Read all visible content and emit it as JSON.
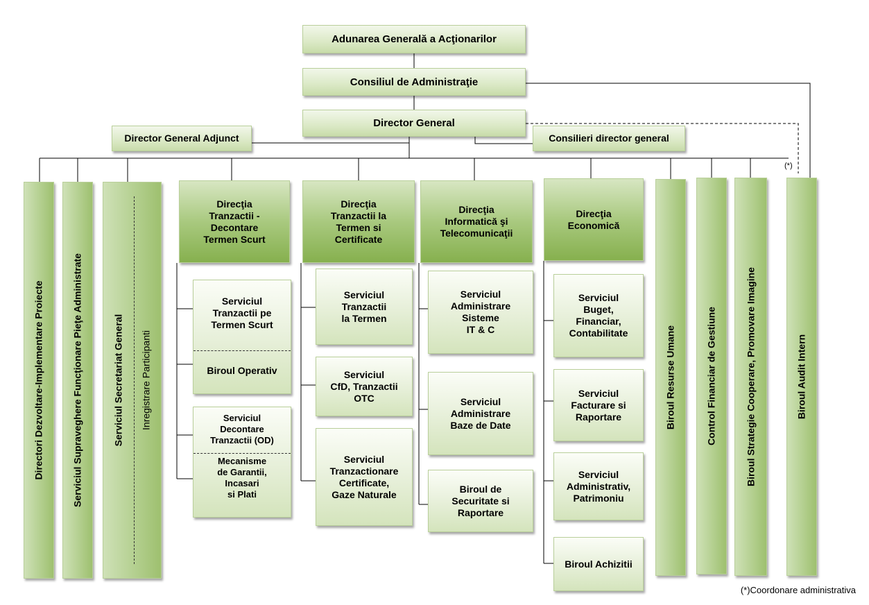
{
  "top": {
    "aga": "Adunarea Generală a Acţionarilor",
    "ca": "Consiliul de Administraţie",
    "dg": "Director General",
    "dga": "Director General Adjunct",
    "cdg": "Consilieri director general"
  },
  "vertical_units": {
    "dezvoltare": "Directori Dezvoltare-Implementare Proiecte",
    "supraveghere": "Serviciul Supraveghere Funcţionare Pieţe Administrate",
    "secretariat": "Serviciul Secretariat General",
    "inregistrare": "Inregistrare Participanti",
    "resurse": "Biroul Resurse Umane",
    "control": "Control Financiar de Gestiune",
    "strategie": "Biroul Strategie Cooperare, Promovare Imagine",
    "audit": "Biroul Audit Intern"
  },
  "directions": {
    "tdts": {
      "title": "Direcţia\nTranzactii -\nDecontare\nTermen Scurt",
      "svc1": "Serviciul\nTranzactii pe\nTermen Scurt",
      "svc1b": "Biroul Operativ",
      "svc2": "Serviciul\nDecontare\nTranzactii (OD)",
      "svc2b": "Mecanisme\nde Garantii,\nIncasari\nsi Plati"
    },
    "tt": {
      "title": "Direcţia\nTranzactii la\nTermen si\nCertificate",
      "svc1": "Serviciul\nTranzactii\nla Termen",
      "svc2": "Serviciul\nCfD, Tranzactii\nOTC",
      "svc3": "Serviciul\nTranzactionare\nCertificate,\nGaze Naturale"
    },
    "it": {
      "title": "Direcţia\nInformatică şi\nTelecomunicaţii",
      "svc1": "Serviciul\nAdministrare\nSisteme\nIT & C",
      "svc2": "Serviciul\nAdministrare\nBaze de Date",
      "svc3": "Biroul de\nSecuritate si\nRaportare"
    },
    "ec": {
      "title": "Direcţia\nEconomică",
      "svc1": "Serviciul\nBuget,\nFinanciar,\nContabilitate",
      "svc2": "Serviciul\nFacturare si\nRaportare",
      "svc3": "Serviciul\nAdministrativ,\nPatrimoniu",
      "svc4": "Biroul Achizitii"
    }
  },
  "notes": {
    "star": "(*)",
    "footnote": "(*)Coordonare administrativa"
  },
  "colors": {
    "light_green": "#dbe9c6",
    "dark_green": "#86b04e",
    "line": "#000000"
  }
}
